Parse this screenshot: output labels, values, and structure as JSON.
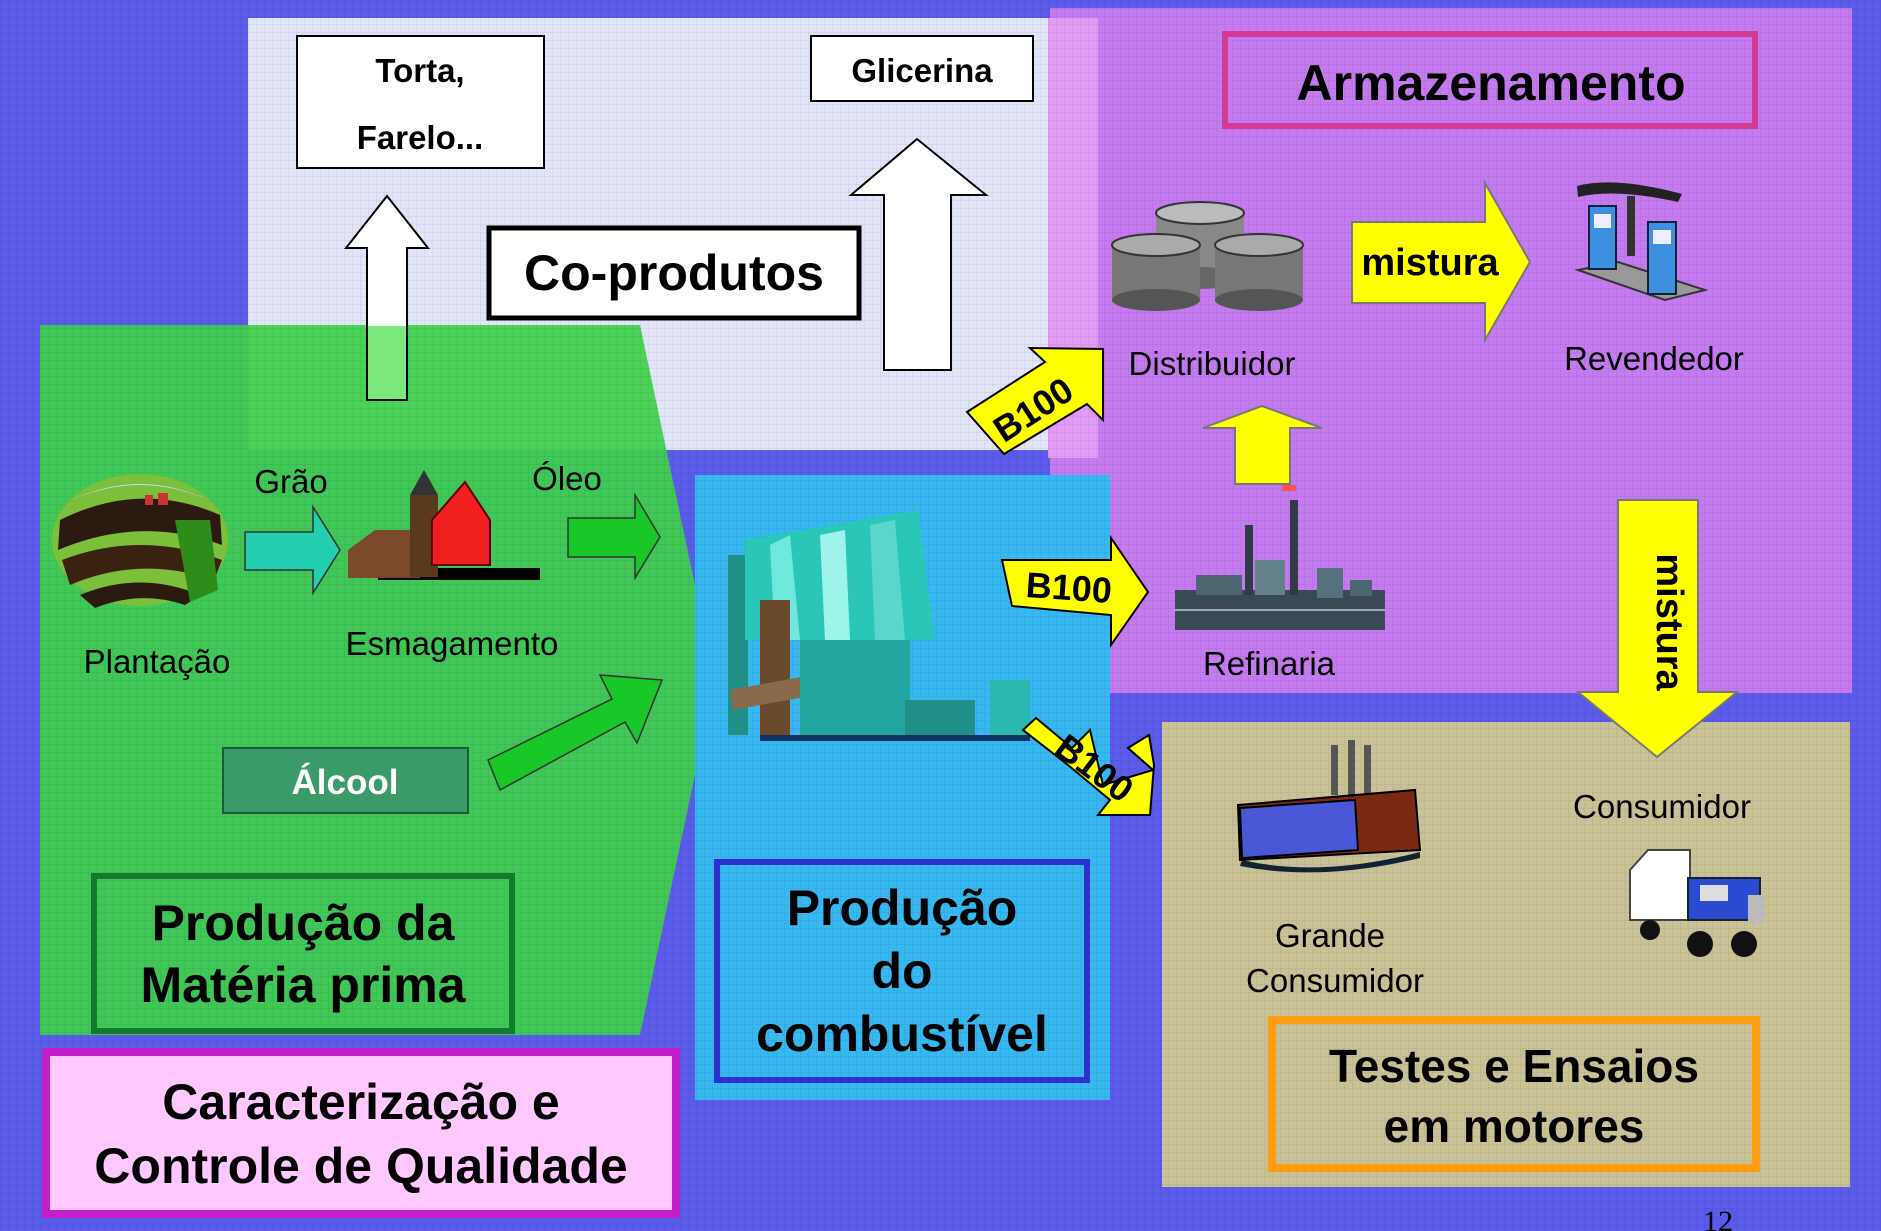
{
  "colors": {
    "background": "#5b5bea",
    "coproducts_zone": "#e2e4f8",
    "storage_zone": "#c57bf0",
    "raw_material_zone": "#3fd04b",
    "fuel_zone": "#37b8f1",
    "tests_zone": "#c9c296",
    "quality_border": "#c21fc8",
    "quality_fill": "#ffc8ff",
    "storage_border": "#d33a93",
    "raw_border": "#157b2c",
    "fuel_border": "#2d2fcf",
    "tests_border": "#ff9c10",
    "b100_arrow": "#ffff00",
    "green_arrow": "#19c828",
    "teal_arrow": "#22d0b0"
  },
  "coproducts": {
    "torta_line1": "Torta,",
    "torta_line2": "Farelo...",
    "glicerina": "Glicerina",
    "title": "Co-produtos"
  },
  "storage": {
    "title": "Armazenamento"
  },
  "nodes": {
    "plantacao": "Plantação",
    "esmagamento": "Esmagamento",
    "distribuidor": "Distribuidor",
    "revendedor": "Revendedor",
    "refinaria": "Refinaria",
    "consumidor": "Consumidor",
    "grande_consumidor_line1": "Grande",
    "grande_consumidor_line2": "Consumidor"
  },
  "flows": {
    "grao": "Grão",
    "oleo": "Óleo",
    "alcool": "Álcool",
    "mistura_h": "mistura",
    "mistura_v": "mistura",
    "b100_top": "B100",
    "b100_mid": "B100",
    "b100_bottom": "B100"
  },
  "sections": {
    "raw_line1": "Produção da",
    "raw_line2": "Matéria prima",
    "fuel_line1": "Produção",
    "fuel_line2": "do",
    "fuel_line3": "combustível",
    "quality_line1": "Caracterização e",
    "quality_line2": "Controle de Qualidade",
    "tests_line1": "Testes e Ensaios",
    "tests_line2": "em motores"
  },
  "icons": [
    "farm-field-icon",
    "barn-silo-icon",
    "factory-plant-icon",
    "storage-tanks-icon",
    "fuel-pump-icon",
    "refinery-icon",
    "industrial-building-icon",
    "truck-icon"
  ],
  "page_number": "12"
}
